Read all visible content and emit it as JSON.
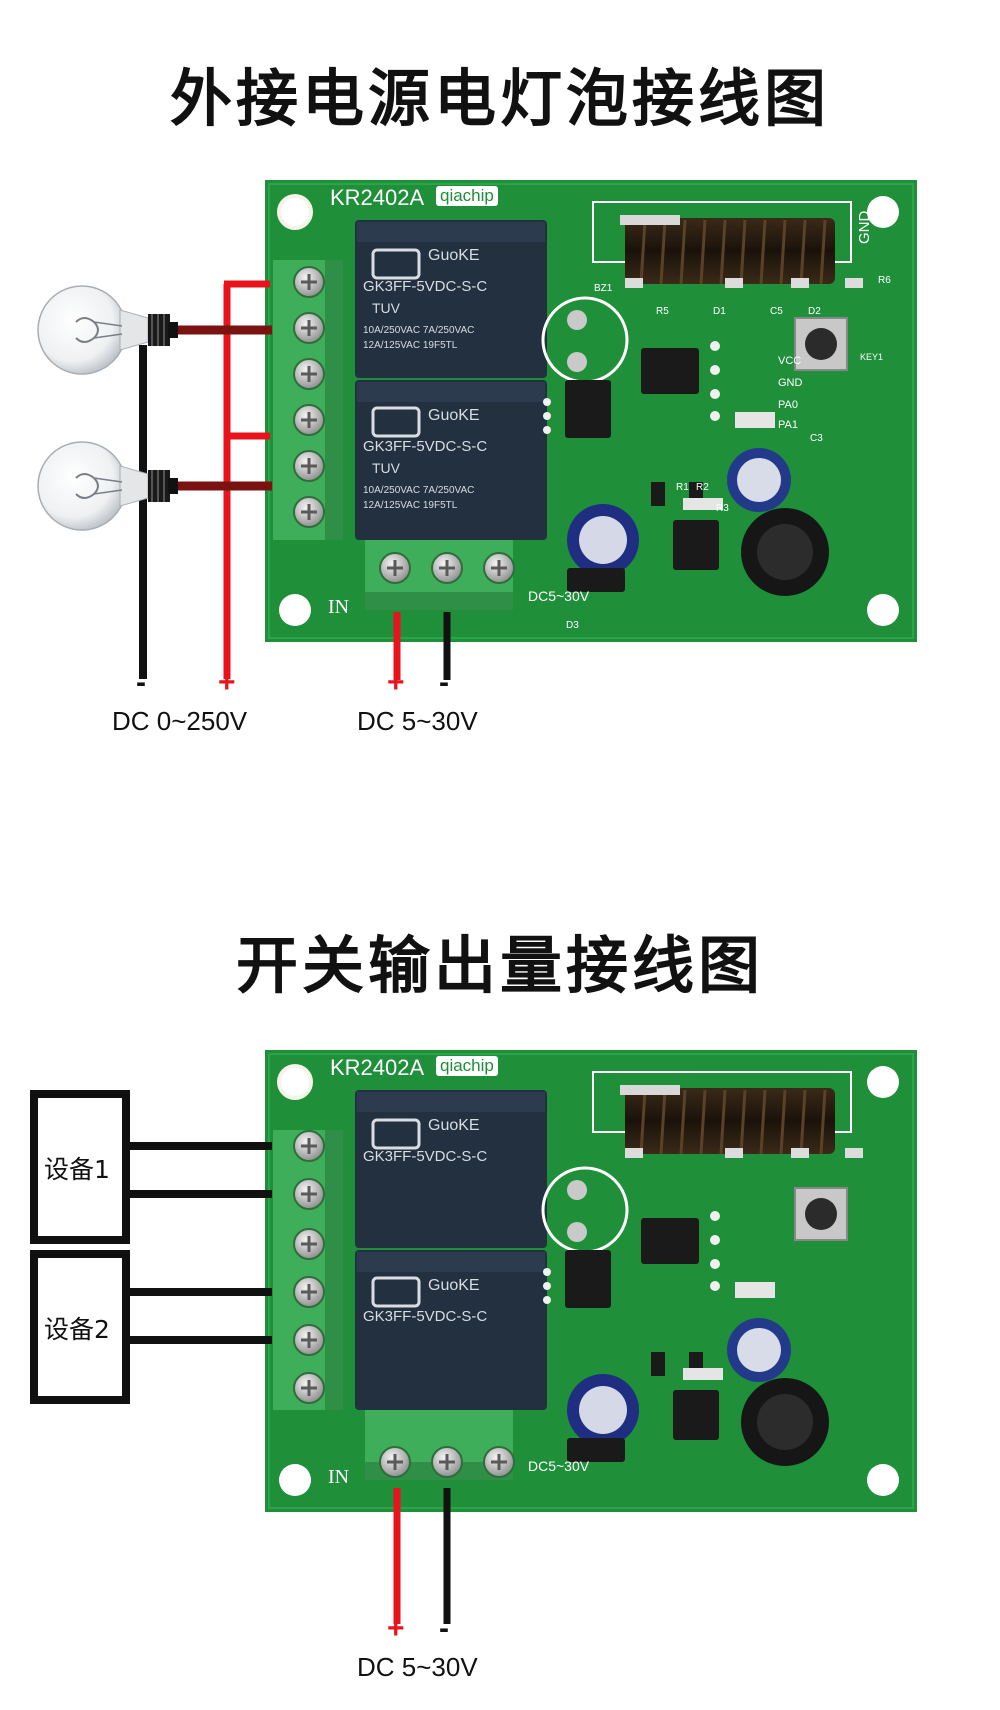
{
  "diagram1": {
    "title": "外接电源电灯泡接线图",
    "board": {
      "model": "KR2402A",
      "brand": "qiachip",
      "relay_brand": "GuoKE",
      "relay_model": "GK3FF-5VDC-S-C",
      "relay_rating_1": "10A/250VAC  7A/250VAC",
      "relay_rating_2": "12A/125VAC    19F5TL",
      "relay_cert": "TUV",
      "dc_mark": "DC5~30V",
      "in_label": "IN",
      "gnd_label": "GND",
      "pin_labels": [
        "VCC",
        "GND",
        "PA0",
        "PA1"
      ],
      "component_labels": [
        "BZ1",
        "D1",
        "D2",
        "D3",
        "R1",
        "R2",
        "R3",
        "R5",
        "R6",
        "C3",
        "C5",
        "KEY1"
      ]
    },
    "load_supply": {
      "minus": "-",
      "plus": "+",
      "label": "DC 0~250V"
    },
    "board_supply": {
      "plus": "+",
      "minus": "-",
      "label": "DC 5~30V"
    }
  },
  "diagram2": {
    "title": "开关输出量接线图",
    "devices": [
      "设备1",
      "设备2"
    ],
    "board_supply": {
      "plus": "+",
      "minus": "-",
      "label": "DC 5~30V"
    }
  },
  "colors": {
    "pcb": "#1f8f3a",
    "terminal": "#3fae5a",
    "relay": "#22303f",
    "wire_red": "#e8141b",
    "wire_dark_red": "#7a1212",
    "wire_black": "#111111"
  }
}
